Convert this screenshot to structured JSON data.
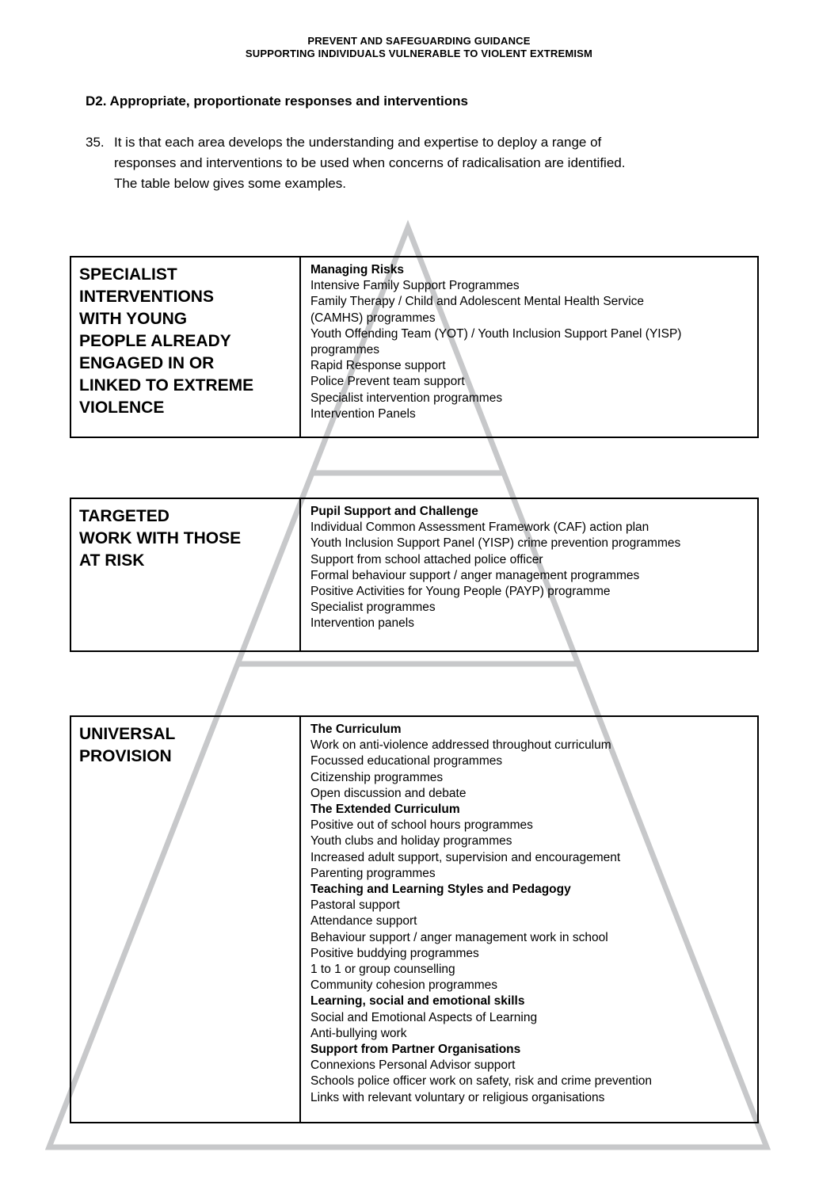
{
  "page_header": {
    "line1": "PREVENT AND SAFEGUARDING GUIDANCE",
    "line2": "SUPPORTING INDIVIDUALS VULNERABLE TO VIOLENT EXTREMISM"
  },
  "section_heading": "D2. Appropriate, proportionate responses and interventions",
  "paragraph": {
    "number": "35.",
    "lines": [
      "It is that each area develops the understanding and expertise to deploy a range of",
      "responses and interventions to be used when concerns of radicalisation are identified.",
      "The table below gives some examples."
    ]
  },
  "pyramid": {
    "triangle_color": "#c7c8ca",
    "border_color": "#000000",
    "tiers": [
      {
        "label": "SPECIALIST INTERVENTIONS WITH YOUNG PEOPLE ALREADY ENGAGED IN OR LINKED TO EXTREME VIOLENCE",
        "label_lines": [
          "SPECIALIST",
          "INTERVENTIONS",
          "WITH YOUNG",
          "PEOPLE ALREADY",
          "ENGAGED IN OR",
          "LINKED TO EXTREME",
          "VIOLENCE"
        ],
        "items": [
          {
            "text": "Managing Risks",
            "bold": true
          },
          {
            "text": "Intensive Family Support Programmes"
          },
          {
            "text": [
              "Family Therapy / Child and Adolescent Mental Health Service",
              "(CAMHS) programmes"
            ]
          },
          {
            "text": [
              "Youth Offending Team (YOT) / Youth Inclusion Support Panel (YISP)",
              "programmes"
            ]
          },
          {
            "text": "Rapid Response support"
          },
          {
            "text": "Police Prevent team support"
          },
          {
            "text": "Specialist intervention programmes"
          },
          {
            "text": "Intervention Panels"
          }
        ]
      },
      {
        "label": "TARGETED WORK WITH THOSE AT RISK",
        "label_lines": [
          "TARGETED",
          "WORK WITH THOSE",
          "AT RISK"
        ],
        "items": [
          {
            "text": "Pupil Support and Challenge",
            "bold": true
          },
          {
            "text": "Individual Common Assessment Framework (CAF) action plan"
          },
          {
            "text": "Youth Inclusion Support Panel (YISP) crime prevention programmes"
          },
          {
            "text": "Support from school attached police officer"
          },
          {
            "text": "Formal behaviour support / anger management programmes"
          },
          {
            "text": "Positive Activities for Young People (PAYP) programme"
          },
          {
            "text": "Specialist programmes"
          },
          {
            "text": "Intervention panels"
          }
        ]
      },
      {
        "label": "UNIVERSAL PROVISION",
        "label_lines": [
          "UNIVERSAL",
          "PROVISION"
        ],
        "items": [
          {
            "text": "The Curriculum",
            "bold": true
          },
          {
            "text": "Work on anti-violence addressed throughout curriculum"
          },
          {
            "text": "Focussed educational programmes"
          },
          {
            "text": "Citizenship programmes"
          },
          {
            "text": "Open discussion and debate"
          },
          {
            "text": "The Extended Curriculum",
            "bold": true
          },
          {
            "text": "Positive out of school hours programmes"
          },
          {
            "text": "Youth clubs and holiday programmes"
          },
          {
            "text": "Increased adult support, supervision and encouragement"
          },
          {
            "text": "Parenting programmes"
          },
          {
            "text": "Teaching and Learning Styles and Pedagogy",
            "bold": true
          },
          {
            "text": "Pastoral support"
          },
          {
            "text": "Attendance support"
          },
          {
            "text": "Behaviour support / anger management work in school"
          },
          {
            "text": "Positive buddying programmes"
          },
          {
            "text": "1 to 1 or group counselling"
          },
          {
            "text": "Community cohesion programmes"
          },
          {
            "text": "Learning, social and emotional skills",
            "bold": true
          },
          {
            "text": "Social and Emotional Aspects of Learning"
          },
          {
            "text": "Anti-bullying work"
          },
          {
            "text": "Support from Partner Organisations",
            "bold": true
          },
          {
            "text": "Connexions Personal Advisor support"
          },
          {
            "text": "Schools police officer work on safety, risk and crime prevention"
          },
          {
            "text": "Links with relevant voluntary or religious organisations"
          }
        ]
      }
    ]
  }
}
